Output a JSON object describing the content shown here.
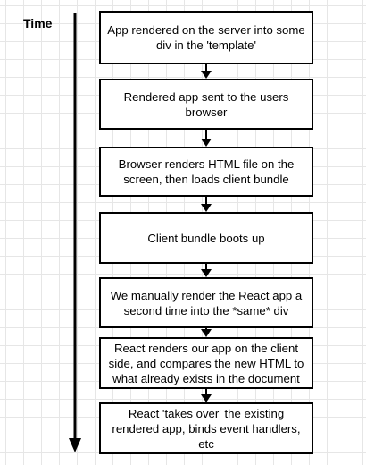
{
  "timeline": {
    "label": "Time"
  },
  "steps": [
    {
      "text": "App rendered on the server into some div in the 'template'"
    },
    {
      "text": "Rendered app sent to the users browser"
    },
    {
      "text": "Browser renders HTML file on the screen, then loads client bundle"
    },
    {
      "text": "Client bundle boots up"
    },
    {
      "text": "We manually render the React app a second time into the *same* div"
    },
    {
      "text": "React renders our app on the client side, and compares the new HTML to what already exists in the document"
    },
    {
      "text": "React 'takes over' the existing rendered app, binds event handlers, etc"
    }
  ]
}
